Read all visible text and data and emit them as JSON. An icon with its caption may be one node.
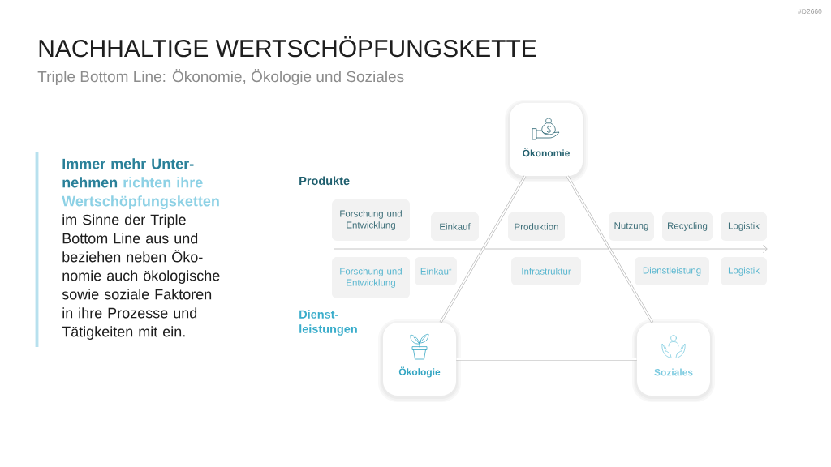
{
  "diagram": {
    "title": "NACHHALTIGE WERTSCHÖPFUNGSKETTE",
    "nodes": [
      {
        "text": [
          "Ökonomie"
        ]
      },
      {
        "text": [
          "Forschung und Entwicklung"
        ]
      },
      {
        "text": [
          "Einkauf"
        ]
      },
      {
        "text": [
          "Produktion"
        ]
      },
      {
        "text": [
          "Nutzung"
        ]
      },
      {
        "text": [
          "Recycling"
        ]
      },
      {
        "text": [
          "Logistik"
        ]
      },
      {
        "text": [
          "Forschung und Entwicklung"
        ]
      },
      {
        "text": [
          "Einkauf"
        ]
      },
      {
        "text": [
          "Infrastruktur"
        ]
      },
      {
        "text": [
          "Dienstleistung"
        ]
      },
      {
        "text": [
          "Logistik"
        ]
      },
      {
        "text": [
          "Ökologie"
        ]
      },
      {
        "text": [
          "Soziales"
        ]
      }
    ],
    "edges": [
      {
        "from": 0,
        "to": 12,
        "arrow": "none"
      },
      {
        "from": 0,
        "to": 13,
        "arrow": "none"
      },
      {
        "from": 12,
        "to": 13,
        "arrow": "none"
      }
    ],
    "labels": [
      "#D2660",
      "Triple Bottom Line: Ökonomie, Ökologie und Soziales",
      "**Immer mehr Unter- nehmen** **richten ihre Wertschöpfungsketten** im Sinne der Triple Bottom Line aus und beziehen neben Öko- nomie auch ökologische sowie soziale Faktoren in ihre Prozesse und Tätigkeiten mit ein.",
      "Produkte",
      "Dienst- leistungen"
    ]
  }
}
